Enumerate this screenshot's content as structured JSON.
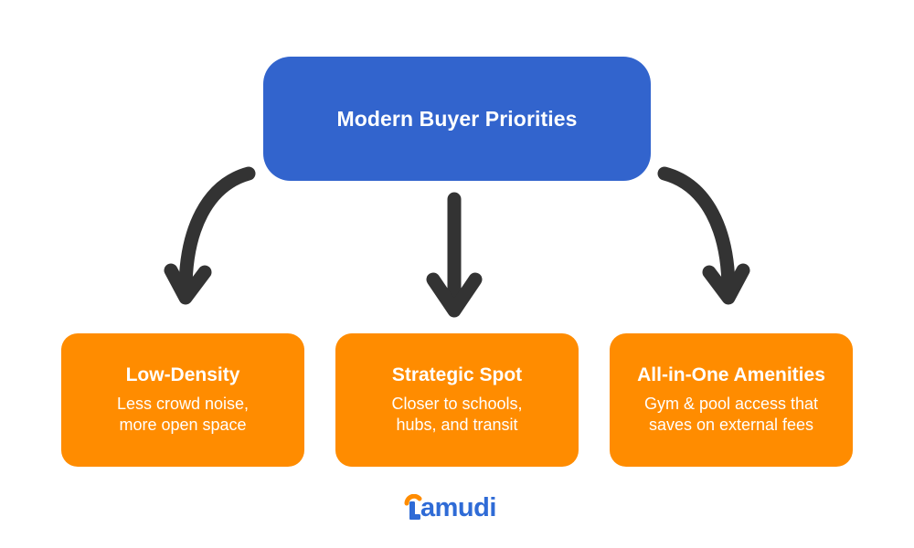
{
  "root": {
    "title": "Modern Buyer Priorities",
    "color": "#3264cd"
  },
  "cards": [
    {
      "title": "Low-Density",
      "desc_line1": "Less crowd noise,",
      "desc_line2": "more open space"
    },
    {
      "title": "Strategic Spot",
      "desc_line1": "Closer to schools,",
      "desc_line2": "hubs, and transit"
    },
    {
      "title": "All-in-One Amenities",
      "desc_line1": "Gym & pool access that",
      "desc_line2": "saves on external fees"
    }
  ],
  "card_color": "#ff8c00",
  "arrow_color": "#333333",
  "logo": {
    "text": "Lamudi",
    "icon": "lamudi-logo-icon",
    "colors": [
      "#ff8c00",
      "#2f6bd6"
    ]
  }
}
